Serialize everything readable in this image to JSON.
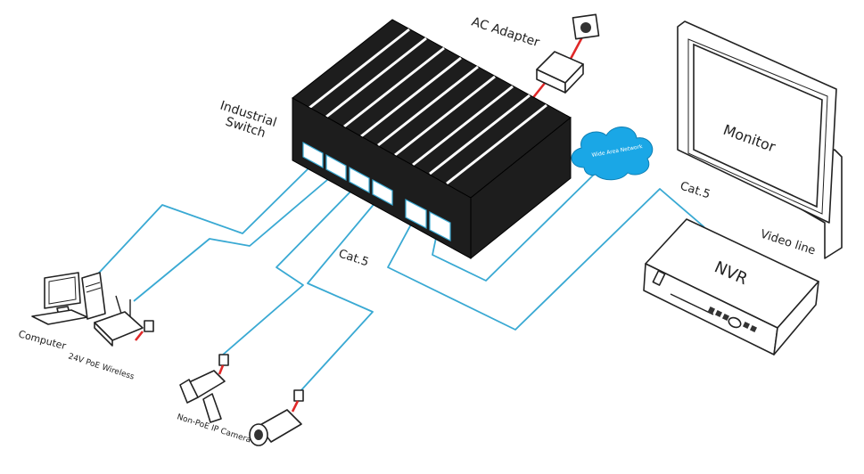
{
  "labels": {
    "ac_adapter": "AC Adapter",
    "industrial": "Industrial",
    "switch": "Switch",
    "monitor": "Monitor",
    "nvr": "NVR",
    "cat5_left": "Cat.5",
    "cat5_right": "Cat.5",
    "video_line": "Video line",
    "computer": "Computer",
    "poe_wireless": "24V PoE Wireless",
    "camera": "Non-PoE IP Camera",
    "wan": "Wide Area Network"
  },
  "colors": {
    "cable": "#39a9d3",
    "power": "#e02828",
    "cloud": "#1aa7e6",
    "device_dark": "#1d1d1d"
  },
  "icons": [
    "switch-icon",
    "ac-adapter-icon",
    "wall-socket-icon",
    "cloud-icon",
    "monitor-icon",
    "nvr-icon",
    "computer-icon",
    "wireless-ap-icon",
    "camera-icon"
  ]
}
